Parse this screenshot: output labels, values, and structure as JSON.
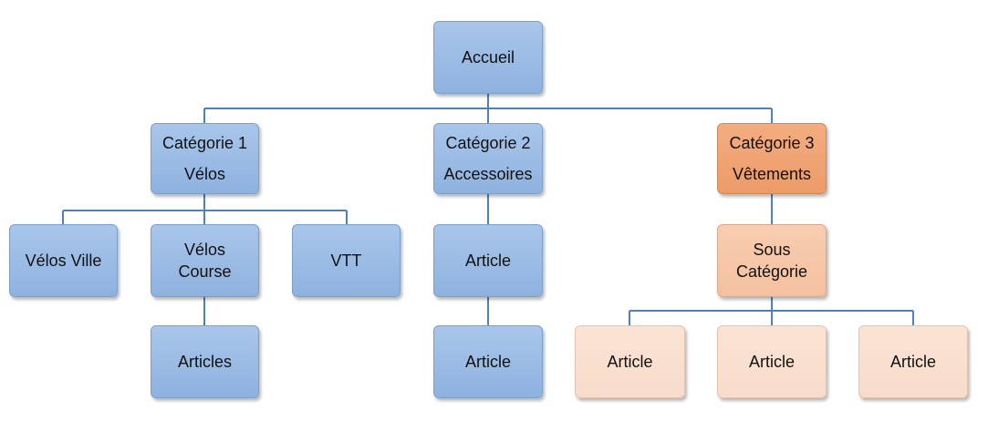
{
  "nodes": {
    "accueil": {
      "label": "Accueil"
    },
    "cat1": {
      "line1": "Catégorie 1",
      "line2": "Vélos"
    },
    "cat2": {
      "line1": "Catégorie 2",
      "line2": "Accessoires"
    },
    "cat3": {
      "line1": "Catégorie 3",
      "line2": "Vêtements"
    },
    "velos_ville": {
      "label": "Vélos Ville"
    },
    "velos_course": {
      "line1": "Vélos",
      "line2": "Course"
    },
    "vtt": {
      "label": "VTT"
    },
    "articles": {
      "label": "Articles"
    },
    "cat2_article_1": {
      "label": "Article"
    },
    "cat2_article_2": {
      "label": "Article"
    },
    "sous_categorie": {
      "line1": "Sous",
      "line2": "Catégorie"
    },
    "sous_article_1": {
      "label": "Article"
    },
    "sous_article_2": {
      "label": "Article"
    },
    "sous_article_3": {
      "label": "Article"
    }
  },
  "colors": {
    "line": "#4f81bd",
    "blue_box": "#9dbde6",
    "orange_box": "#ef9f6c",
    "peach_box": "#f6c6a6",
    "cream_box": "#fae0d0"
  }
}
